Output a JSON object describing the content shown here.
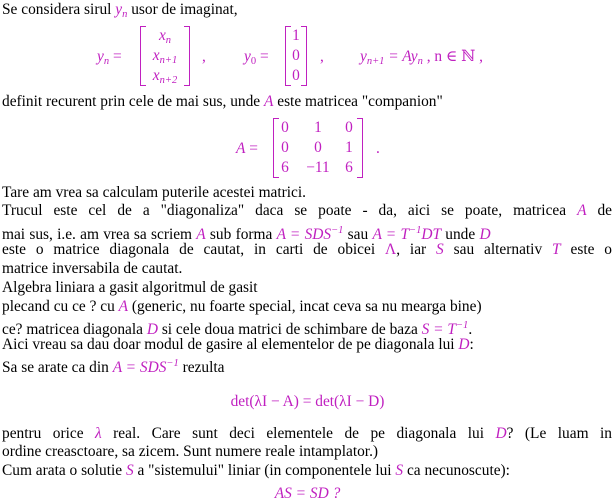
{
  "p1": {
    "a": "Se considera sirul ",
    "yn": "y",
    "yn_sub": "n",
    "b": " usor de imaginat,"
  },
  "eq1": {
    "yn_lhs": "y",
    "yn_lhs_sub": "n",
    "eq": " =",
    "vec": [
      [
        "x",
        "n"
      ],
      [
        "x",
        "n+1"
      ],
      [
        "x",
        "n+2"
      ]
    ],
    "comma1": ",",
    "y0": "y",
    "y0_sub": "0",
    "y0_eq": " =",
    "y0_vec": [
      "1",
      "0",
      "0"
    ],
    "comma2": ",",
    "rec_y": "y",
    "rec_sub": "n+1",
    "rec_rest": " = Ay",
    "rec_rest_sub": "n",
    "rec_tail": " ,  n ∈ ℕ ,"
  },
  "p2": {
    "a": "definit recurent prin cele de mai sus, unde ",
    "A": "A",
    "b": " este matricea \"companion\""
  },
  "eq2": {
    "lhs": "A =",
    "rows": [
      [
        "0",
        "1",
        "0"
      ],
      [
        "0",
        "0",
        "1"
      ],
      [
        "6",
        "−11",
        "6"
      ]
    ],
    "dot": "."
  },
  "p3": {
    "l1": "Tare am vrea sa calculam puterile acestei matrici.",
    "l2a": "Trucul este cel de a \"diagonaliza\" daca se poate - da, aici se poate, matricea ",
    "l2A": "A",
    "l2b": " de",
    "l3a": "mai sus, i.e. am vrea sa scriem ",
    "l3A": "A",
    "l3b": " sub forma ",
    "l3f1": "A = SDS",
    "l3f1sup": "−1",
    "l3c": " sau ",
    "l3f2": "A = T",
    "l3f2sup": "−1",
    "l3f2b": "DT",
    "l3d": " unde ",
    "l3D": "D",
    "l4a": "este o matrice diagonala de cautat, in carti de obicei ",
    "l4L": "Λ",
    "l4b": ", iar ",
    "l4S": "S",
    "l4c": " sau alternativ ",
    "l4T": "T",
    "l4d": " este o",
    "l5": "matrice inversabila de cautat.",
    "l6": "Algebra liniara a gasit algoritmul de gasit",
    "l7a": "plecand cu ce ? cu ",
    "l7A": "A",
    "l7b": " (generic, nu foarte special, incat ceva sa nu mearga bine)",
    "l8a": "ce? matricea diagonala ",
    "l8D": "D",
    "l8b": " si cele doua matrici de schimbare de baza ",
    "l8f": "S = T",
    "l8fsup": "−1",
    "l8c": ".",
    "l9a": "Aici vreau sa dau doar modul de gasire al elementelor de pe diagonala lui ",
    "l9D": "D",
    "l9b": ":",
    "l10a": "Sa se arate ca din ",
    "l10f": "A = SDS",
    "l10fsup": "−1",
    "l10b": " rezulta"
  },
  "eq3": {
    "text": "det(λI − A) = det(λI − D)"
  },
  "p4": {
    "l1a": "pentru orice ",
    "l1L": "λ",
    "l1b": " real. Care sunt deci elementele de pe diagonala lui ",
    "l1D": "D",
    "l1c": "? (Le luam in",
    "l2": "ordine creasctoare, sa zicem. Sunt numere reale intamplator.)",
    "l3a": "Cum arata o solutie ",
    "l3S": "S",
    "l3b": " a \"sistemului\" liniar (in componentele lui ",
    "l3S2": "S",
    "l3c": " ca necunoscute):"
  },
  "eq4": {
    "text": "AS = SD ?"
  }
}
